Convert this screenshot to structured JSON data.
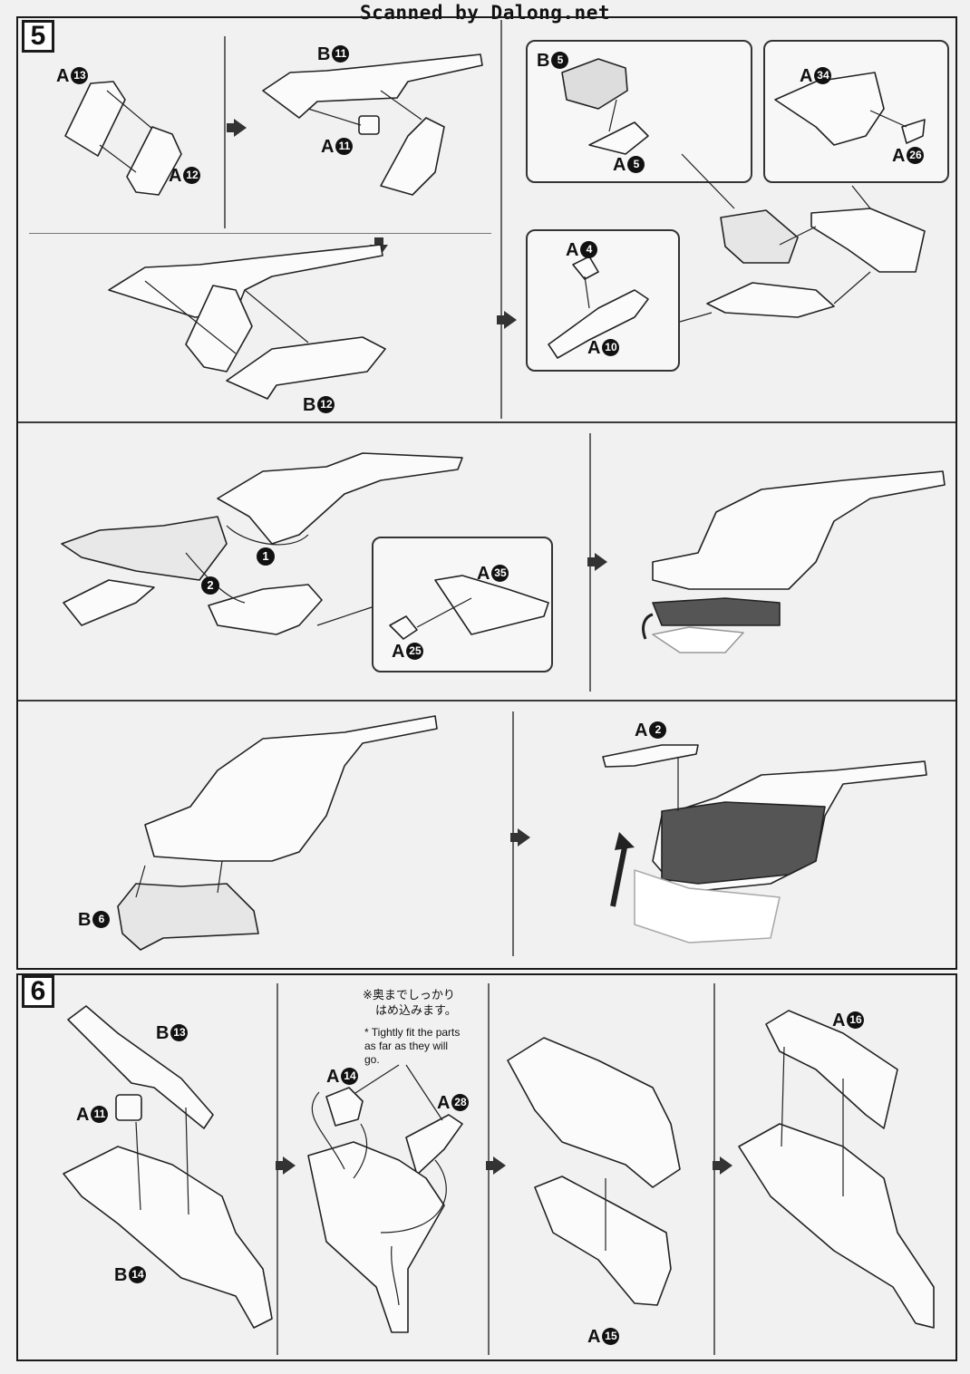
{
  "watermark": "Scanned by Dalong.net",
  "step5": {
    "number": "5",
    "labels": [
      {
        "letter": "A",
        "num": "13"
      },
      {
        "letter": "A",
        "num": "12"
      },
      {
        "letter": "B",
        "num": "11"
      },
      {
        "letter": "A",
        "num": "11"
      },
      {
        "letter": "B",
        "num": "12"
      },
      {
        "letter": "B",
        "num": "5"
      },
      {
        "letter": "A",
        "num": "5"
      },
      {
        "letter": "A",
        "num": "34"
      },
      {
        "letter": "A",
        "num": "26"
      },
      {
        "letter": "A",
        "num": "4"
      },
      {
        "letter": "A",
        "num": "10"
      },
      {
        "letter": "A",
        "num": "35"
      },
      {
        "letter": "A",
        "num": "25"
      },
      {
        "letter": "A",
        "num": "2"
      },
      {
        "letter": "B",
        "num": "6"
      }
    ],
    "sequence": [
      "1",
      "2"
    ]
  },
  "step6": {
    "number": "6",
    "labels": [
      {
        "letter": "B",
        "num": "13"
      },
      {
        "letter": "A",
        "num": "11"
      },
      {
        "letter": "B",
        "num": "14"
      },
      {
        "letter": "A",
        "num": "14"
      },
      {
        "letter": "A",
        "num": "28"
      },
      {
        "letter": "A",
        "num": "15"
      },
      {
        "letter": "A",
        "num": "16"
      }
    ],
    "note_jp_line1": "※奥までしっかり",
    "note_jp_line2": "はめ込みます。",
    "note_en": "* Tightly fit the parts as far as they will go."
  },
  "colors": {
    "ink": "#1a1a1a",
    "paper": "#f1f1f1",
    "dark_part": "#555555"
  }
}
